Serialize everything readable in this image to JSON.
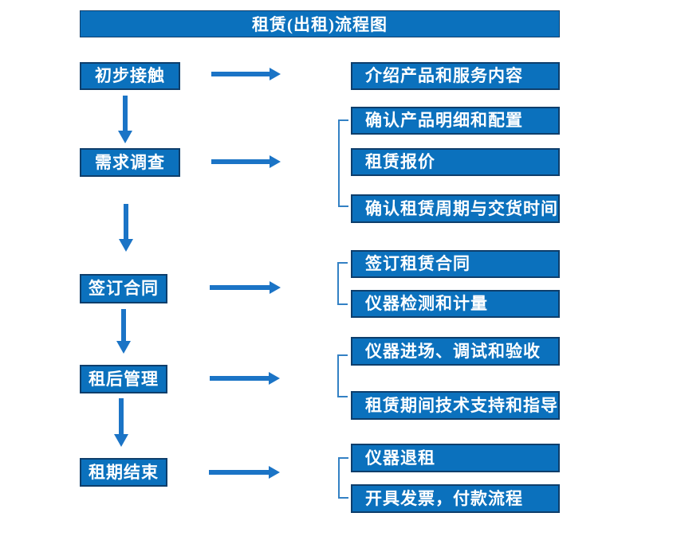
{
  "title": "租赁(出租)流程图",
  "palette": {
    "box_fill": "#0b71bd",
    "box_border": "#0e3e6b",
    "arrow": "#1b74c6",
    "bracket": "#3381c4",
    "text": "#ffffff",
    "background": "#ffffff"
  },
  "steps": [
    {
      "label": "初步接触",
      "details": [
        "介绍产品和服务内容"
      ]
    },
    {
      "label": "需求调查",
      "details": [
        "确认产品明细和配置",
        "租赁报价",
        "确认租赁周期与交货时间"
      ]
    },
    {
      "label": "签订合同",
      "details": [
        "签订租赁合同",
        "仪器检测和计量"
      ]
    },
    {
      "label": "租后管理",
      "details": [
        "仪器进场、调试和验收",
        "租赁期间技术支持和指导"
      ]
    },
    {
      "label": "租期结束",
      "details": [
        "仪器退租",
        "开具发票，付款流程"
      ]
    }
  ]
}
